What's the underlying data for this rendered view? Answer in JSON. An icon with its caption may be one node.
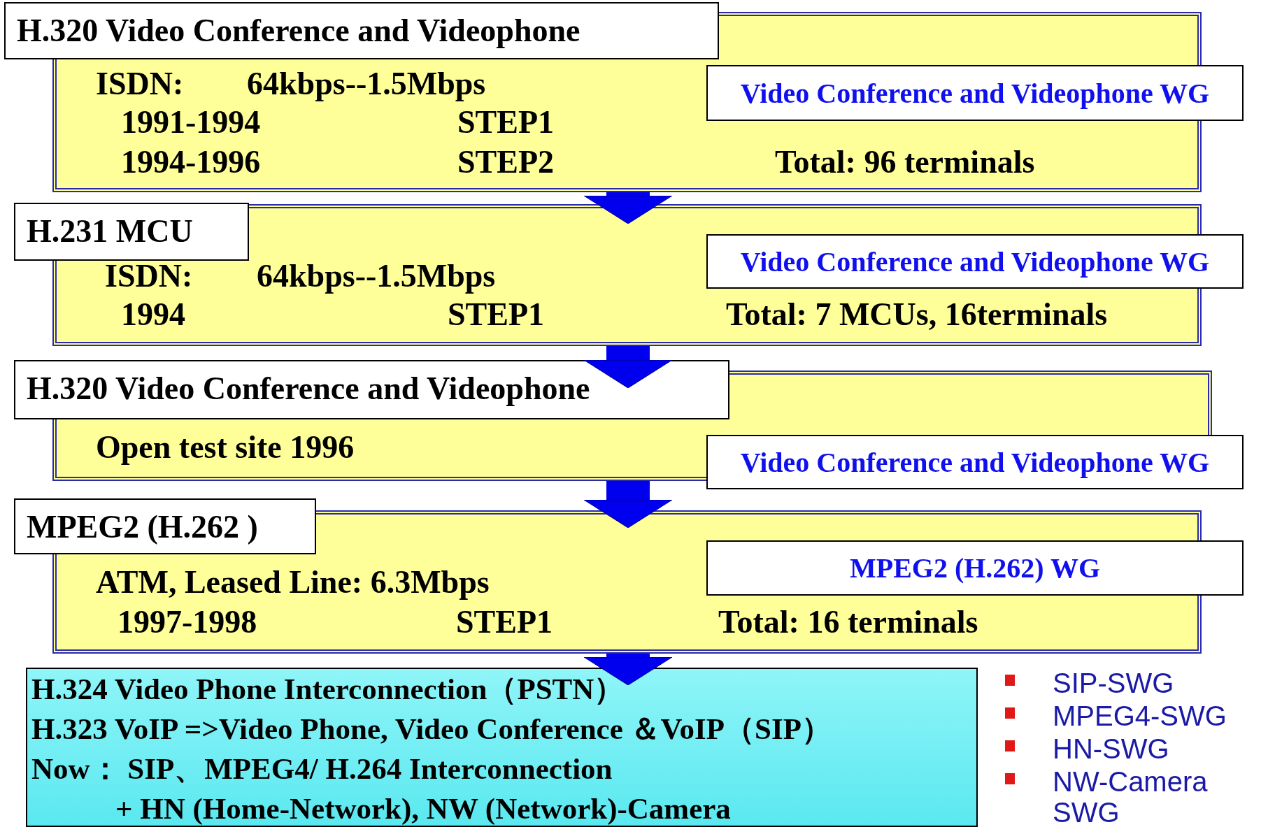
{
  "diagram": {
    "nodes": [
      {
        "text": [
          "H.320 Video Conference and Videophone",
          "ISDN:",
          "64kbps--1.5Mbps",
          "1991-1994",
          "STEP1",
          "1994-1996",
          "STEP2",
          "Total: 96 terminals"
        ]
      },
      {
        "text": [
          "Video Conference and Videophone WG"
        ],
        "in": 0
      },
      {
        "text": [
          "H.231 MCU",
          "ISDN:",
          "64kbps--1.5Mbps",
          "1994",
          "STEP1",
          "Total: 7 MCUs, 16terminals"
        ]
      },
      {
        "text": [
          "Video Conference and Videophone WG"
        ],
        "in": 2
      },
      {
        "text": [
          "H.320 Video Conference and Videophone",
          "Open test site 1996"
        ]
      },
      {
        "text": [
          "Video Conference and Videophone WG"
        ]
      },
      {
        "text": [
          "MPEG2 (H.262 )",
          "ATM, Leased Line: 6.3Mbps",
          "1997-1998",
          "STEP1",
          "Total: 16 terminals"
        ]
      },
      {
        "text": [
          "MPEG2 (H.262) WG"
        ],
        "in": 6
      },
      {
        "text": [
          "H.324 Video Phone Interconnection（PSTN）",
          "H.323 VoIP =>Video Phone, Video Conference ＆VoIP（SIP）",
          "Now： SIP、MPEG4/ H.264 Interconnection",
          "+ HN (Home-Network), NW (Network)-Camera"
        ]
      }
    ],
    "edges": [
      {
        "from": 0,
        "to": 2,
        "arrow": "to"
      },
      {
        "from": 2,
        "to": 4,
        "arrow": "to"
      },
      {
        "from": 4,
        "to": 6,
        "arrow": "to"
      },
      {
        "from": 6,
        "to": 8,
        "arrow": "to"
      }
    ],
    "labels": [
      "SIP-SWG",
      "MPEG4-SWG",
      "HN-SWG",
      "NW-Camera SWG"
    ]
  }
}
